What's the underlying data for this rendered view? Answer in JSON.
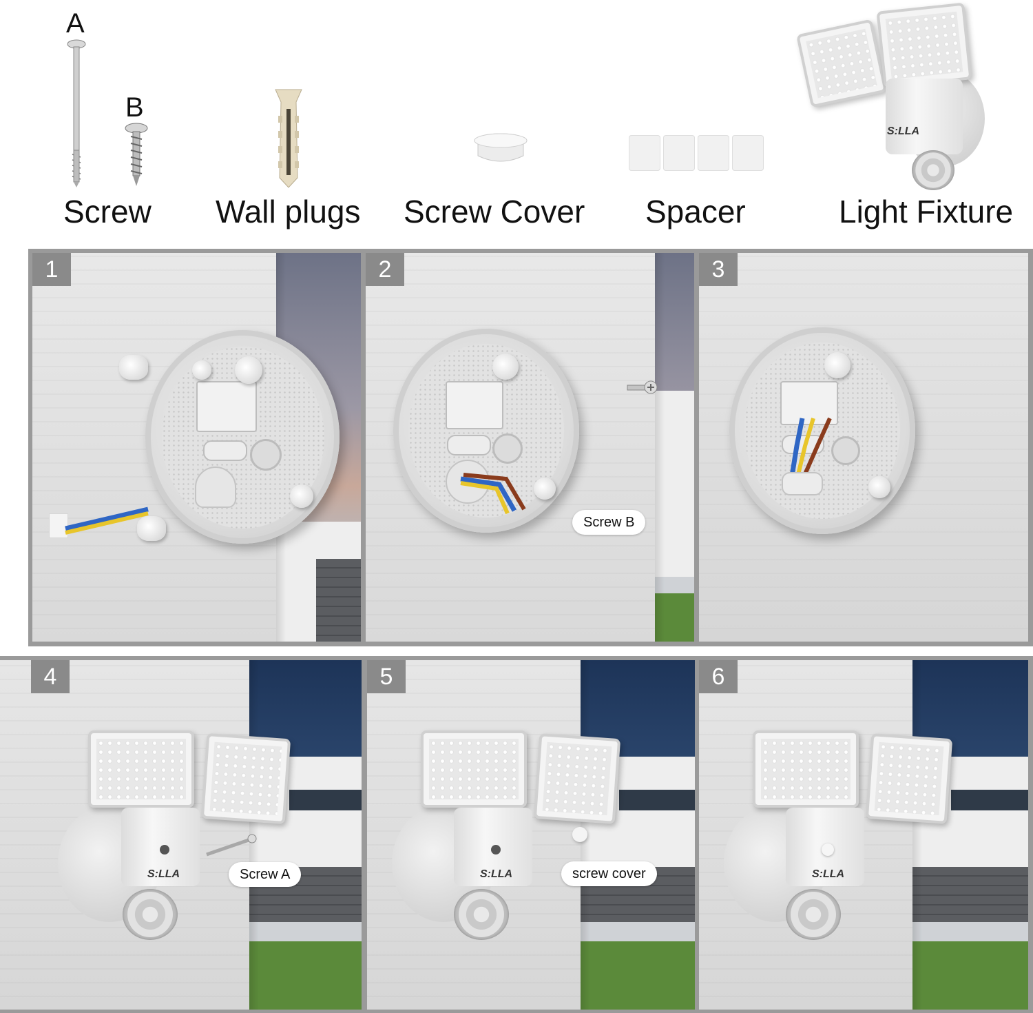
{
  "parts": {
    "screw_label": "Screw",
    "screw_a_letter": "A",
    "screw_b_letter": "B",
    "wall_plugs_label": "Wall plugs",
    "screw_cover_label": "Screw Cover",
    "spacer_label": "Spacer",
    "light_fixture_label": "Light Fixture"
  },
  "steps": [
    {
      "number": "1"
    },
    {
      "number": "2",
      "callout": "Screw B"
    },
    {
      "number": "3"
    },
    {
      "number": "4",
      "callout": "Screw A"
    },
    {
      "number": "5",
      "callout": "screw cover"
    },
    {
      "number": "6"
    }
  ],
  "brand_logo_text": "S:LLA",
  "colors": {
    "frame_gray": "#9a9a9a",
    "step_badge": "#8a8a8a",
    "wire_blue": "#2f66c4",
    "wire_yellow": "#e8c52a",
    "wire_brown": "#8a3b1c"
  }
}
